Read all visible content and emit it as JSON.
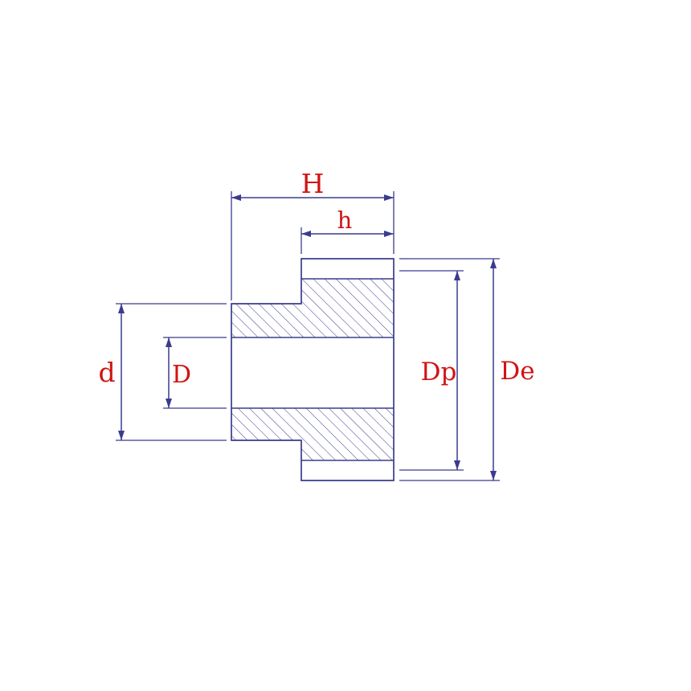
{
  "diagram": {
    "name": "gear cross-section dimension drawing",
    "labels": {
      "H": "H",
      "h": "h",
      "d": "d",
      "D": "D",
      "Dp": "Dp",
      "De": "De"
    }
  },
  "colors": {
    "line": "#3b3b8e",
    "label": "#d01414",
    "bg": "#ffffff"
  }
}
